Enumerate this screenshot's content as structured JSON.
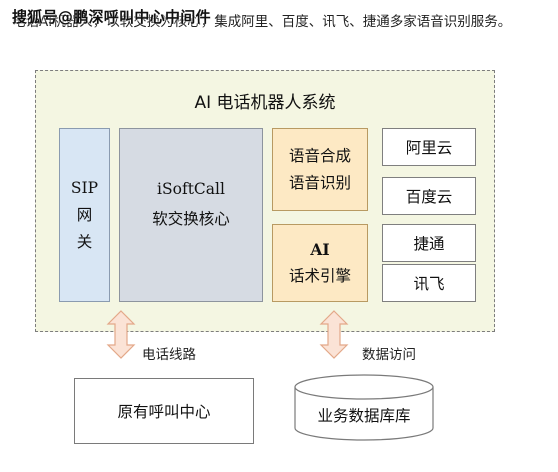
{
  "header": {
    "text": "电话AI机器人，以软交换为核心，集成阿里、百度、讯飞、捷通多家语音识别服务。",
    "watermark": "搜狐号@鹏深呼叫中心中间件"
  },
  "system": {
    "title": "AI 电话机器人系统",
    "sip": {
      "line1": "SIP",
      "line2": "网",
      "line3": "关"
    },
    "core": {
      "line1": "iSoftCall",
      "line2": "软交换核心"
    },
    "voice": {
      "line1": "语音合成",
      "line2": "语音识别"
    },
    "engine": {
      "line1": "AI",
      "line2": "话术引擎"
    },
    "vendors": [
      "阿里云",
      "百度云",
      "捷通",
      "讯飞"
    ]
  },
  "links": {
    "left_label": "电话线路",
    "right_label": "数据访问"
  },
  "external": {
    "callcenter": "原有呼叫中心",
    "database": "业务数据库库"
  },
  "colors": {
    "system_bg": "#f4f6e2",
    "sip_bg": "#d8e6f4",
    "core_bg": "#d6dbe3",
    "voice_bg": "#fde9c4",
    "arrow_fill": "#fbe3d6",
    "arrow_stroke": "#e3a889"
  }
}
